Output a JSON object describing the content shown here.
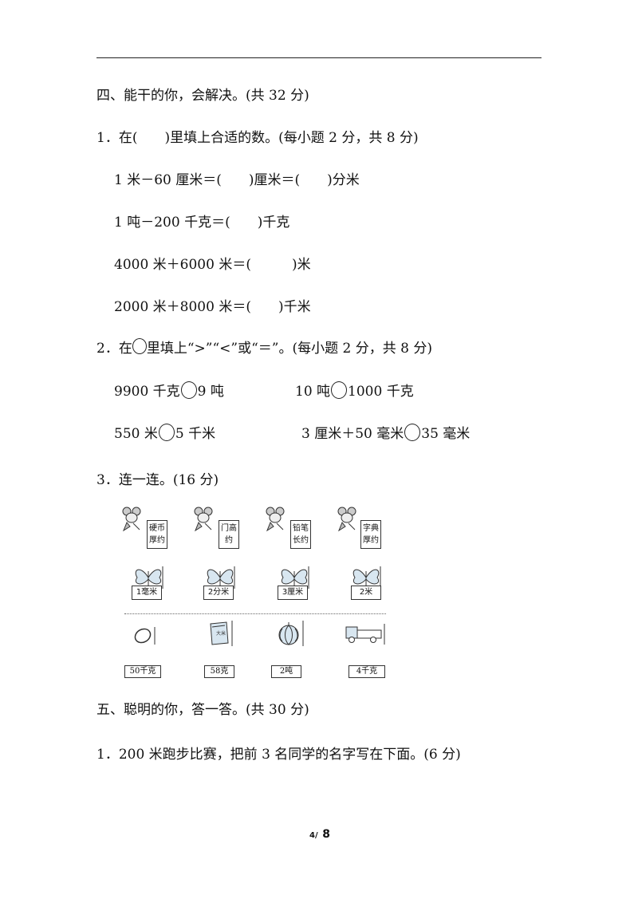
{
  "section4": {
    "heading": "四、能干的你，会解决。(共 32 分)",
    "q1": {
      "title": "1．在(　　)里填上合适的数。(每小题 2 分，共 8 分)",
      "items": [
        "1 米－60 厘米＝(　　)厘米＝(　　)分米",
        "1 吨－200 千克＝(　　)千克",
        "4000 米＋6000 米＝(　　　)米",
        "2000 米＋8000 米＝(　　)千米"
      ]
    },
    "q2": {
      "title_prefix": "2．在",
      "title_suffix": "里填上“>”“<”或“＝”。(每小题 2 分，共 8 分)",
      "items": [
        {
          "left": "9900 千克",
          "right": "9 吨"
        },
        {
          "left": "10 吨",
          "right": "1000 千克"
        },
        {
          "left": "550 米",
          "right": "5 千米"
        },
        {
          "left": "3 厘米＋50 毫米",
          "right": "35 毫米"
        }
      ]
    },
    "q3": {
      "title": "3．连一连。(16 分)",
      "mouse_cards": [
        [
          "硬币",
          "厚约"
        ],
        [
          "门高",
          "约"
        ],
        [
          "铅笔",
          "长约"
        ],
        [
          "字典",
          "厚约"
        ]
      ],
      "butterfly_cards": [
        "1毫米",
        "2分米",
        "3厘米",
        "2米"
      ],
      "objects": [
        "egg-icon",
        "rice-bag-icon",
        "watermelon-icon",
        "truck-icon"
      ],
      "rice_bag_label": "大米",
      "weight_cards": [
        "50千克",
        "58克",
        "2吨",
        "4千克"
      ]
    }
  },
  "section5": {
    "heading": "五、聪明的你，答一答。(共 30 分)",
    "q1": "1．200 米跑步比赛，把前 3 名同学的名字写在下面。(6 分)"
  },
  "footer": {
    "page_current": "4/",
    "page_total": "8"
  }
}
